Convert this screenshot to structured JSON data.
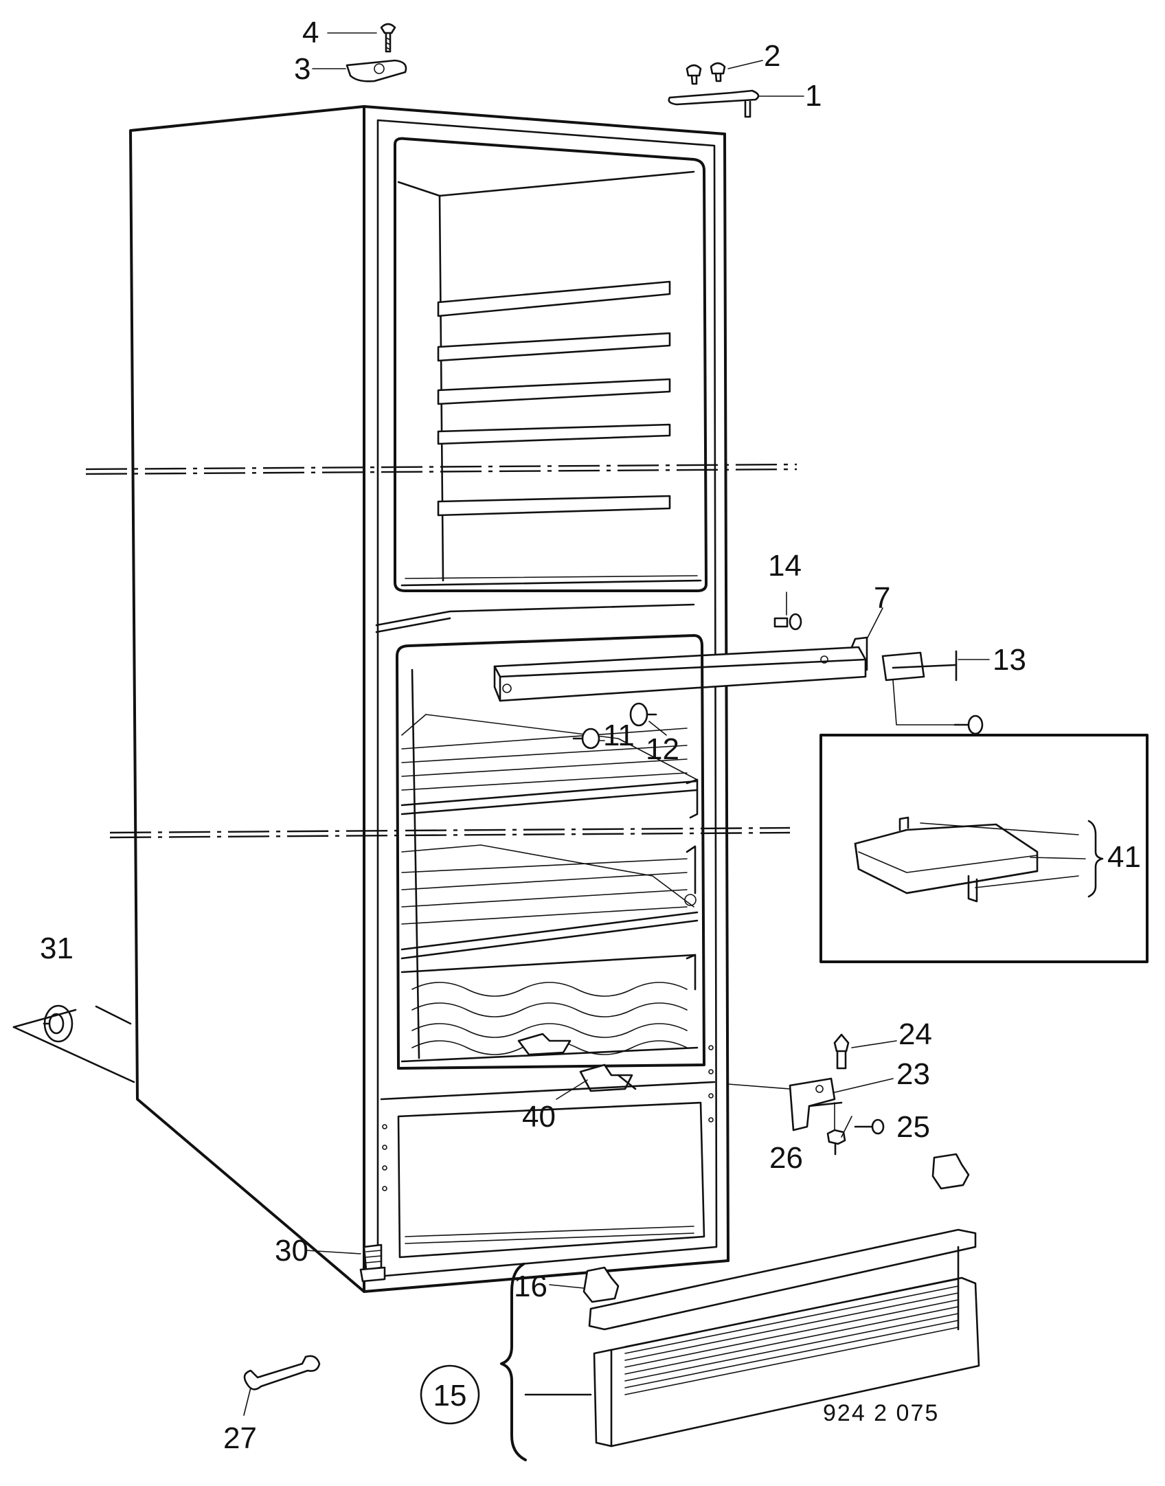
{
  "callouts": [
    {
      "id": "c1",
      "label": "1"
    },
    {
      "id": "c2",
      "label": "2"
    },
    {
      "id": "c3",
      "label": "3"
    },
    {
      "id": "c4",
      "label": "4"
    },
    {
      "id": "c7",
      "label": "7"
    },
    {
      "id": "c11",
      "label": "11"
    },
    {
      "id": "c12",
      "label": "12"
    },
    {
      "id": "c13",
      "label": "13"
    },
    {
      "id": "c14",
      "label": "14"
    },
    {
      "id": "c15",
      "label": "15"
    },
    {
      "id": "c16",
      "label": "16"
    },
    {
      "id": "c23",
      "label": "23"
    },
    {
      "id": "c24",
      "label": "24"
    },
    {
      "id": "c25",
      "label": "25"
    },
    {
      "id": "c26",
      "label": "26"
    },
    {
      "id": "c27",
      "label": "27"
    },
    {
      "id": "c30",
      "label": "30"
    },
    {
      "id": "c31",
      "label": "31"
    },
    {
      "id": "c40",
      "label": "40"
    },
    {
      "id": "c41",
      "label": "41"
    }
  ],
  "drawing_number": "924 2 075"
}
